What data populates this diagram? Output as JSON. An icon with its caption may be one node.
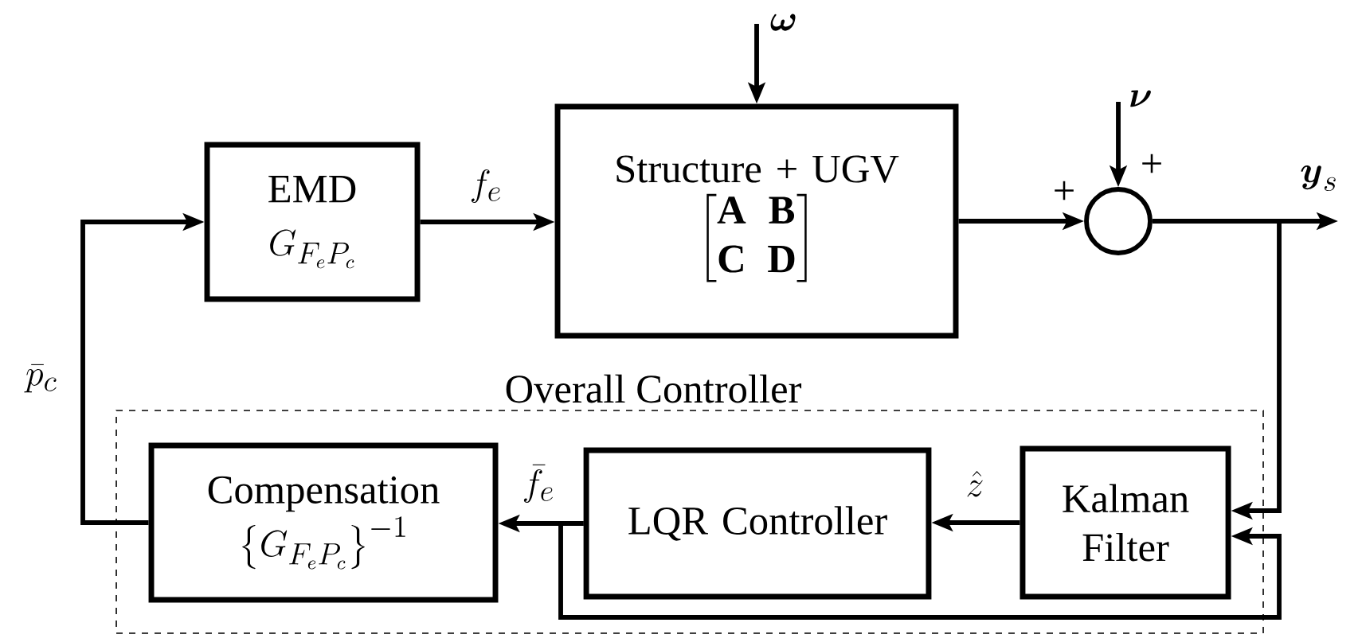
{
  "diagram": {
    "nodes": [
      {
        "text": [
          "EMD",
          "G_{F_eP_c}"
        ]
      },
      {
        "text": [
          "Structure + UGV",
          "\\begin{bmatrix}\\mathbf{A} & \\mathbf{B}\\\\ \\mathbf{C} & \\mathbf{D}\\end{bmatrix}"
        ]
      },
      {
        "text": [],
        "shape": "circle"
      },
      {
        "text": [
          "Overall Controller"
        ]
      },
      {
        "text": [
          "Compensation",
          "\\left\\{G_{F_eP_c}\\right\\}^{-1}"
        ],
        "in": 3
      },
      {
        "text": [
          "LQR Controller"
        ],
        "in": 3
      },
      {
        "text": [
          "Kalman Filter"
        ],
        "in": 3
      }
    ],
    "edges": [
      {
        "from": null,
        "to": 1,
        "arrow": "to",
        "label": "\\boldsymbol{\\omega}"
      },
      {
        "from": 0,
        "to": 1,
        "arrow": "to",
        "label": "f_e"
      },
      {
        "from": 1,
        "to": 2,
        "arrow": "to"
      },
      {
        "from": null,
        "to": 2,
        "arrow": "to",
        "label": "\\boldsymbol{\\nu}"
      },
      {
        "from": 2,
        "to": null,
        "arrow": "to",
        "label": "\\boldsymbol{y}_s"
      },
      {
        "from": 2,
        "to": 6,
        "arrow": "to"
      },
      {
        "from": 6,
        "to": 5,
        "arrow": "to",
        "label": "\\hat{z}"
      },
      {
        "from": 5,
        "to": 4,
        "arrow": "to",
        "label": "\\bar{f}_e"
      },
      {
        "from": 5,
        "to": 6,
        "arrow": "to"
      },
      {
        "from": 4,
        "to": 0,
        "arrow": "to",
        "label": "\\bar{p}_c"
      }
    ],
    "labels": [
      "+",
      "+"
    ]
  }
}
